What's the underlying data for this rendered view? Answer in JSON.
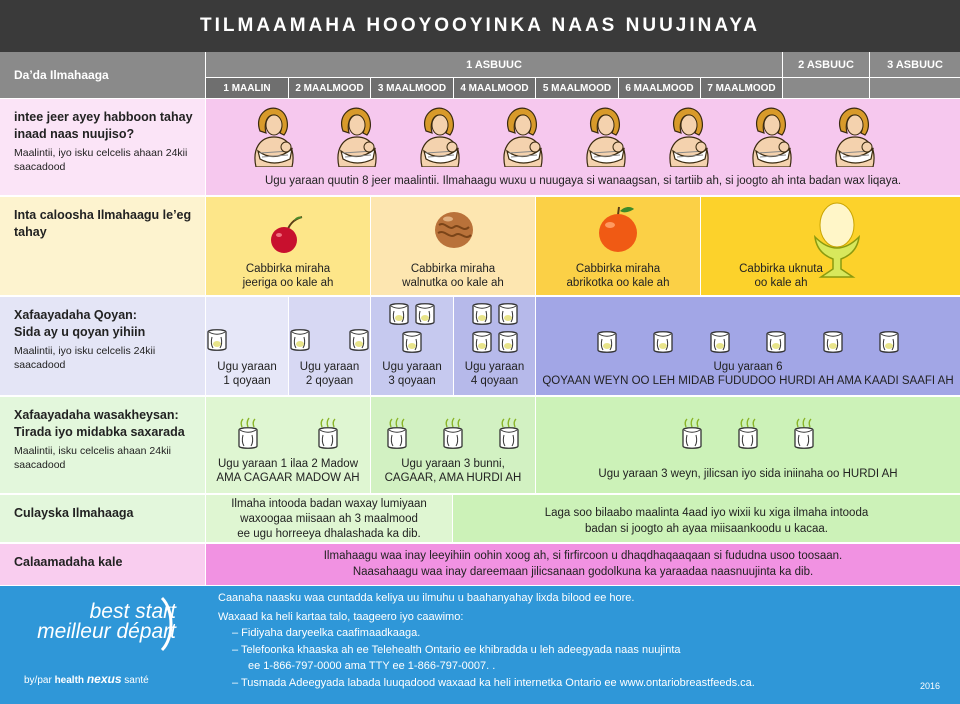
{
  "title": "TILMAAMAHA HOOYOOYINKA NAAS NUUJINAYA",
  "header": {
    "age_label": "Da’da Ilmahaaga",
    "week1": "1 ASBUUC",
    "week2": "2 ASBUUC",
    "week3": "3 ASBUUC",
    "days": [
      "1 MAALIN",
      "2 MAALMOOD",
      "3 MAALMOOD",
      "4 MAALMOOD",
      "5 MAALMOOD",
      "6 MAALMOOD",
      "7 MAALMOOD"
    ]
  },
  "row_feeding": {
    "label": "intee jeer ayey habboon tahay inaad naas nuujiso?",
    "sub": "Maalintii,  iyo isku celcelis ahaan 24kii saacadood",
    "text": "Ugu yaraan quutin 8 jeer maalintii. Ilmahaagu wuxu u nuugaya si wanaagsan, si tartiib ah, si joogto ah inta badan wax liqaya.",
    "icon": "breastfeeding-mother-icon"
  },
  "row_stomach": {
    "label": "Inta caloosha Ilmahaagu le’eg tahay",
    "items": [
      {
        "text1": "Cabbirka miraha",
        "text2": "jeeriga oo kale ah",
        "icon": "cherry-icon"
      },
      {
        "text1": "Cabbirka miraha",
        "text2": "walnutka oo kale ah",
        "icon": "walnut-icon"
      },
      {
        "text1": "Cabbirka miraha",
        "text2": "abrikotka oo kale ah",
        "icon": "apricot-icon"
      },
      {
        "text1": "Cabbirka uknuta",
        "text2": "oo kale ah",
        "icon": "egg-icon"
      }
    ]
  },
  "row_wet": {
    "label1": "Xafaayadaha Qoyan:",
    "label2": "Sida ay u qoyan yihiin",
    "sub": "Maalintii, iyo isku celcelis 24kii saacadood",
    "cells": [
      {
        "t1": "Ugu yaraan",
        "t2": "1 qoyaan"
      },
      {
        "t1": "Ugu yaraan",
        "t2": "2 qoyaan"
      },
      {
        "t1": "Ugu yaraan",
        "t2": "3 qoyaan"
      },
      {
        "t1": "Ugu yaraan",
        "t2": "4 qoyaan"
      },
      {
        "t1": "Ugu yaraan 6",
        "t2": "QOYAAN WEYN OO LEH MIDAB FUDUDOO HURDI AH AMA KAADI SAAFI AH"
      }
    ],
    "icon": "wet-diaper-icon"
  },
  "row_dirty": {
    "label1": "Xafaayadaha wasakheysan:",
    "label2": "Tirada iyo midabka saxarada",
    "sub": "Maalintii, isku  celcelis ahaan 24kii  saacadood",
    "cells": [
      {
        "t1": "Ugu yaraan 1 ilaa 2 Madow",
        "t2": "AMA CAGAAR MADOW AH"
      },
      {
        "t1": "Ugu yaraan 3 bunni,",
        "t2": "CAGAAR, AMA HURDI AH"
      },
      {
        "t1": "Ugu yaraan 3 weyn, jilicsan iyo sida  iniinaha  oo HURDI AH",
        "t2": ""
      }
    ],
    "icon": "dirty-diaper-icon"
  },
  "row_weight": {
    "label": "Culayska Ilmahaaga",
    "left": [
      "Ilmaha intooda badan waxay lumiyaan",
      "waxoogaa miisaan ah 3 maalmood",
      "ee ugu horreeya dhalashada ka dib."
    ],
    "right": [
      "Laga soo bilaabo maalinta 4aad iyo wixii ku xiga ilmaha intooda",
      "badan si joogto ah ayaa miisaankoodu u kacaa."
    ]
  },
  "row_signs": {
    "label": "Calaamadaha kale",
    "lines": [
      "Ilmahaagu waa inay leeyihiin oohin xoog ah, si firfircoon u dhaqdhaqaaqaan si fududna usoo toosaan.",
      "Naasahaagu waa inay dareemaan jilicsanaan godolkuna ka yaraadaa naasnuujinta ka dib."
    ]
  },
  "footer": {
    "brand1": "best start",
    "brand2": "meilleur départ",
    "by": "by/par",
    "health": "health",
    "nexus": "nexus",
    "sante": "santé",
    "line1": "Caanaha naasku waa cuntadda keliya uu ilmuhu u baahanyahay lixda bilood ee hore.",
    "line2": "Waxaad ka heli kartaa talo, taageero iyo caawimo:",
    "b1": "– Fidiyaha daryeelka caafimaadkaaga.",
    "b2": "– Telefoonka khaaska ah ee Telehealth Ontario ee khibradda u leh adeegyada naas nuujinta",
    "b2b": "ee 1-866-797-0000 ama TTY ee 1-866-797-0007. .",
    "b3": "– Tusmada Adeegyada labada luuqadood waxaad ka heli internetka Ontario ee www.ontariobreastfeeds.ca.",
    "year": "2016"
  },
  "colors": {
    "title_bar": "#3a3a3a",
    "pink_row": "#f6c8ee",
    "yellow_row": "#fde689",
    "blue_row": "#a2a6e6",
    "green_row": "#ccf2b8",
    "magenta_row": "#f192e2",
    "footer": "#2f97d8"
  }
}
